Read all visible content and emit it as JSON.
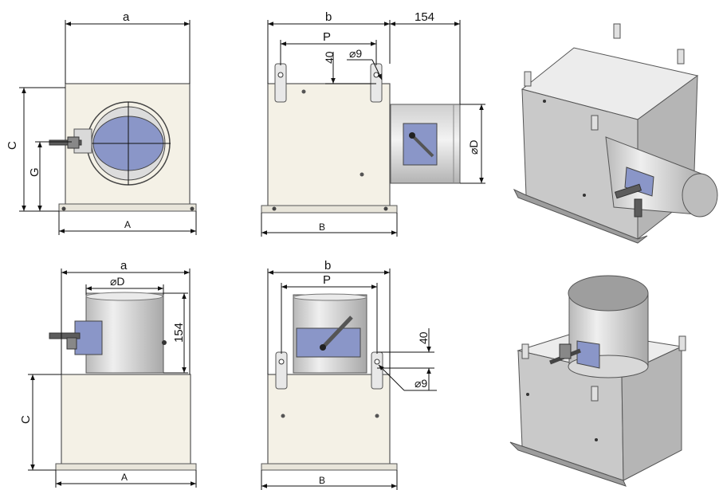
{
  "labels": {
    "a": "a",
    "b": "b",
    "c": "C",
    "g": "G",
    "A": "A",
    "B": "B",
    "P": "P",
    "dim154": "154",
    "dim40": "40",
    "phi9": "⌀9",
    "phiD": "⌀D"
  }
}
